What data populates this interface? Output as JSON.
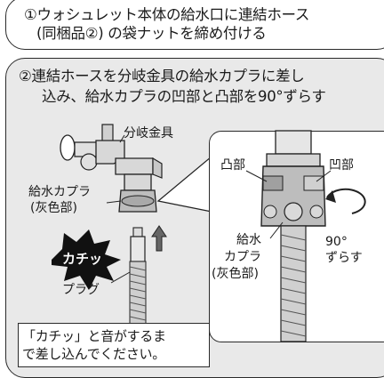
{
  "step1": {
    "line1": "①ウォシュレット本体の給水口に連結ホース",
    "line2": "(同梱品②) の袋ナットを締め付ける"
  },
  "step2": {
    "line1": "②連結ホースを分岐金具の給水カプラに差し",
    "line2": "込み、給水カプラの凹部と凸部を90°ずらす"
  },
  "left_labels": {
    "bunki": "分岐金具",
    "kyusui_line1": "給水カプラ",
    "kyusui_line2": "(灰色部)",
    "sound": "カチッ",
    "plug": "プラグ"
  },
  "detail_labels": {
    "totsu": "凸部",
    "ou": "凹部",
    "kyusui_line1": "給水",
    "kyusui_line2": "カプラ",
    "kyusui_line3": "(灰色部)",
    "degree_line1": "90°",
    "degree_line2": "ずらす"
  },
  "note": {
    "line1": "「カチッ」と音がするま",
    "line2": "で差し込んでください。"
  },
  "colors": {
    "panel_bg": "#e9e9e9",
    "coupler_gray": "#bdbdbd",
    "metal_light": "#d9d9d9",
    "burst_black": "#111111"
  }
}
